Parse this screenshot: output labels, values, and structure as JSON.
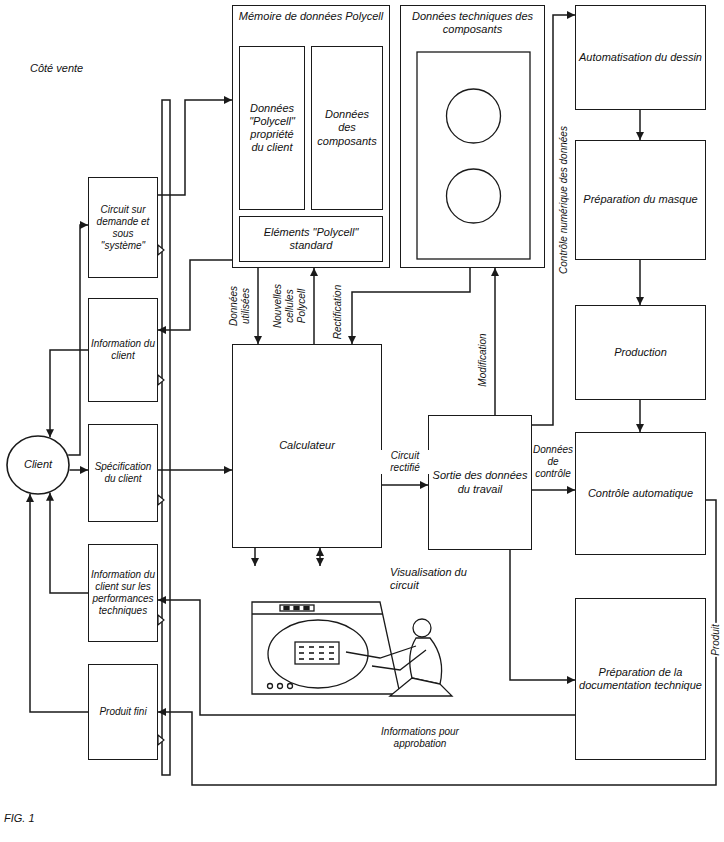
{
  "diagram": {
    "nodes": [
      {
        "text": [
          "Mémoire de données Polycell"
        ]
      },
      {
        "text": [
          "Données \"Polycell\" propriété du client"
        ],
        "in": 0
      },
      {
        "text": [
          "Données des composants"
        ],
        "in": 0
      },
      {
        "text": [
          "Eléments \"Polycell\" standard"
        ],
        "in": 0
      },
      {
        "text": [
          "Données techniques des composants"
        ]
      },
      {
        "text": [
          "Automatisation du dessin"
        ]
      },
      {
        "text": [
          "Préparation du masque"
        ]
      },
      {
        "text": [
          "Production"
        ]
      },
      {
        "text": [
          "Circuit sur demande et sous \"système\""
        ]
      },
      {
        "text": [
          "Information du client"
        ]
      },
      {
        "text": [
          "Spécification du client"
        ]
      },
      {
        "text": [
          "Information du client sur les performances techniques"
        ]
      },
      {
        "text": [
          "Produit fini"
        ]
      },
      {
        "text": [
          "Client"
        ]
      },
      {
        "text": [
          "Calculateur"
        ]
      },
      {
        "text": [
          "Sortie des données du travail"
        ]
      },
      {
        "text": [
          "Contrôle automatique"
        ]
      },
      {
        "text": [
          "Préparation de la documentation technique"
        ]
      },
      {
        "text": [
          "Visualisation du circuit"
        ]
      }
    ],
    "edges": [
      {
        "from": 13,
        "to": 8,
        "arrow": "to"
      },
      {
        "from": 9,
        "to": 13,
        "arrow": "to"
      },
      {
        "from": 13,
        "to": 10,
        "arrow": "to"
      },
      {
        "from": 11,
        "to": 13,
        "arrow": "to"
      },
      {
        "from": 12,
        "to": 13,
        "arrow": "to"
      },
      {
        "from": 8,
        "to": 0,
        "arrow": "to"
      },
      {
        "from": 0,
        "to": 9,
        "arrow": "to"
      },
      {
        "from": 10,
        "to": 14,
        "arrow": "to"
      },
      {
        "from": 0,
        "to": 14,
        "label": "Données utilisées",
        "arrow": "to"
      },
      {
        "from": 14,
        "to": 0,
        "label": "Nouvelles cellules Polycell",
        "arrow": "to"
      },
      {
        "from": 4,
        "to": 14,
        "label": "Rectification",
        "arrow": "to"
      },
      {
        "from": 15,
        "to": 4,
        "label": "Modification",
        "arrow": "to"
      },
      {
        "from": 14,
        "to": 15,
        "label": "Circuit rectifié",
        "arrow": "to"
      },
      {
        "from": 14,
        "to": 18,
        "arrow": "to"
      },
      {
        "from": 14,
        "to": 18,
        "arrow": "both"
      },
      {
        "from": 15,
        "to": 5,
        "label": "Contrôle numérique des données",
        "arrow": "to"
      },
      {
        "from": 5,
        "to": 6,
        "arrow": "to"
      },
      {
        "from": 6,
        "to": 7,
        "arrow": "to"
      },
      {
        "from": 7,
        "to": 16,
        "arrow": "to"
      },
      {
        "from": 15,
        "to": 16,
        "label": "Données de contrôle",
        "arrow": "to"
      },
      {
        "from": 15,
        "to": 17,
        "arrow": "to"
      },
      {
        "from": 17,
        "to": 11,
        "label": "Informations pour approbation",
        "arrow": "to"
      },
      {
        "from": 16,
        "to": 12,
        "label": "Produit",
        "arrow": "to"
      }
    ],
    "labels": [
      "Côté vente",
      "FIG. 1"
    ]
  }
}
